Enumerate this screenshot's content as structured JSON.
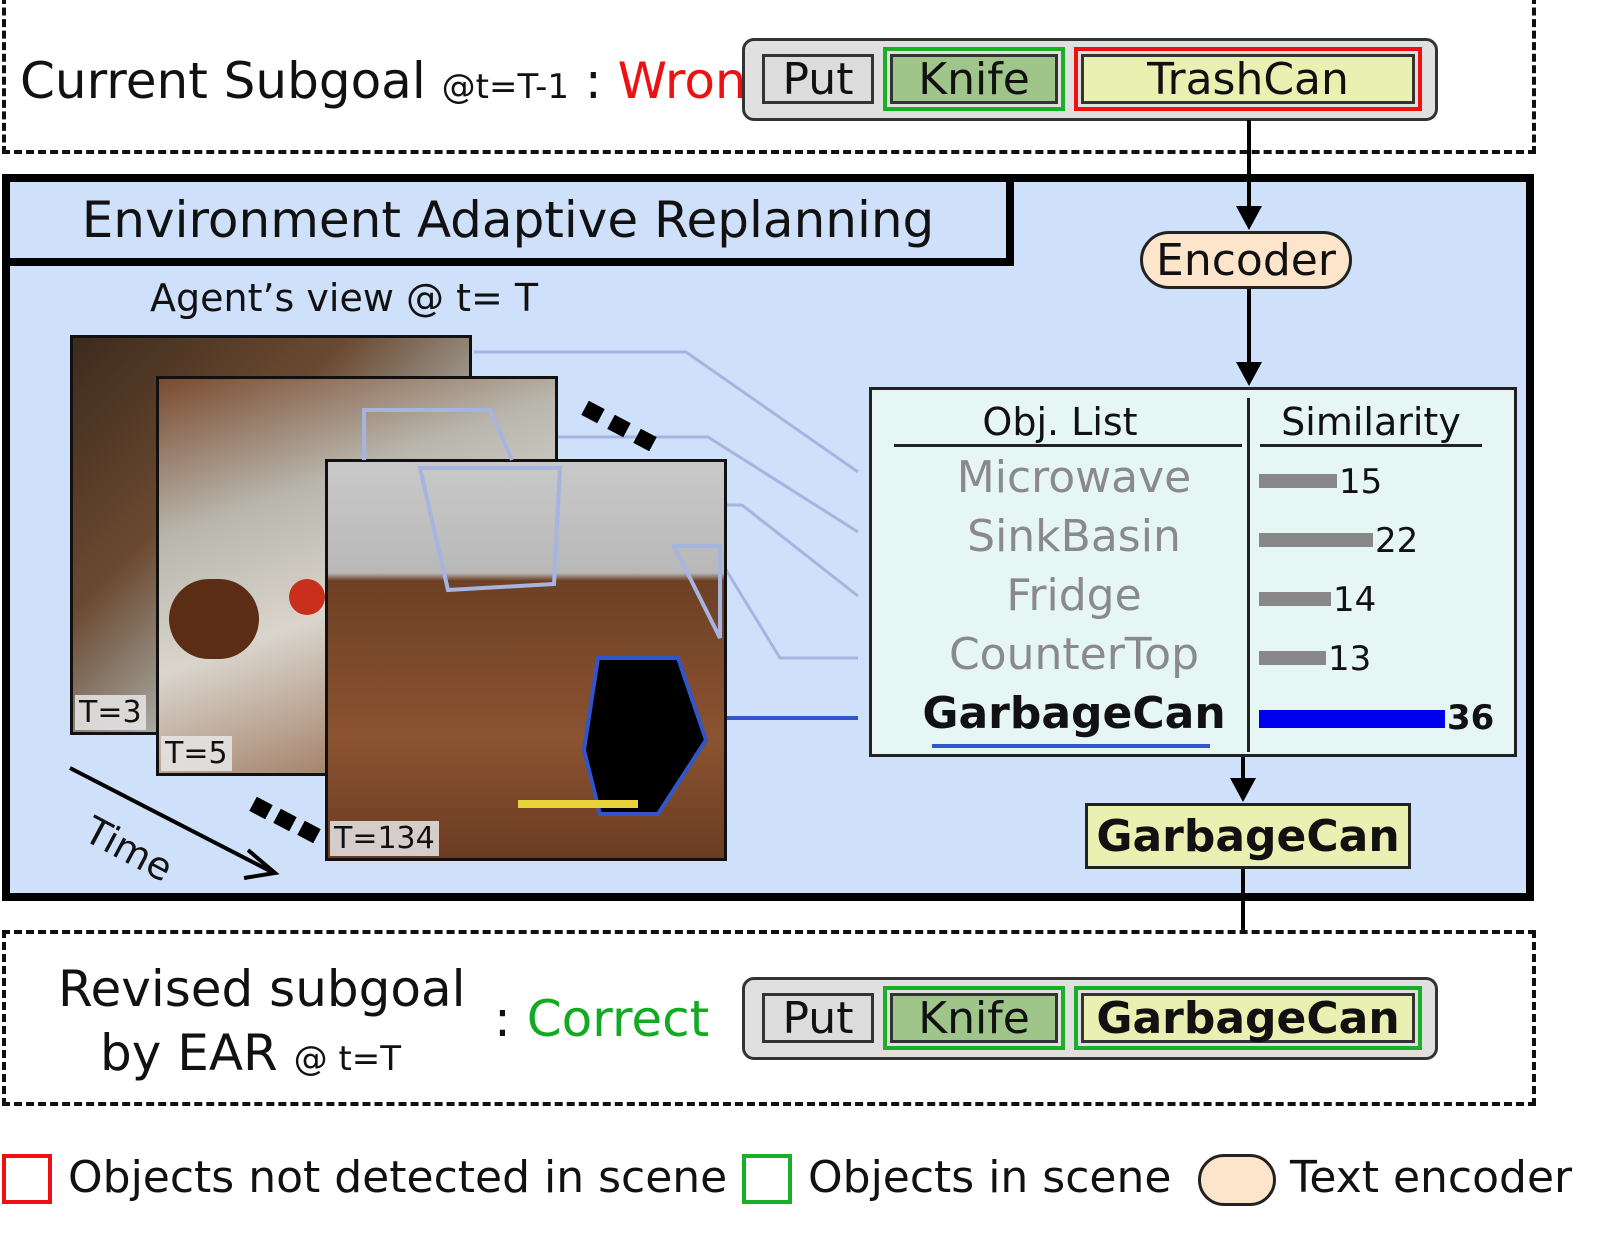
{
  "top": {
    "label": "Current Subgoal",
    "time": "@t=T-1",
    "colon": ":",
    "status": "Wrong",
    "tokens": [
      "Put",
      "Knife",
      "TrashCan"
    ]
  },
  "ear": {
    "title": "Environment Adaptive Replanning",
    "encoder": "Encoder",
    "agent_view": "Agent’s view @ t= T",
    "frames": [
      "T=3",
      "T=5",
      "T=134"
    ],
    "time_label": "Time",
    "output": "GarbageCan"
  },
  "table": {
    "col_obj": "Obj. List",
    "col_sim": "Similarity",
    "rows": [
      {
        "name": "Microwave",
        "value": 15
      },
      {
        "name": "SinkBasin",
        "value": 22
      },
      {
        "name": "Fridge",
        "value": 14
      },
      {
        "name": "CounterTop",
        "value": 13
      },
      {
        "name": "GarbageCan",
        "value": 36
      }
    ],
    "max_value": 36
  },
  "bottom": {
    "label_line1": "Revised subgoal",
    "label_line2": "by EAR",
    "time": "@ t=T",
    "colon": ":",
    "status": "Correct",
    "tokens": [
      "Put",
      "Knife",
      "GarbageCan"
    ]
  },
  "legend": {
    "red": "Objects not detected in scene",
    "green": "Objects in scene",
    "encoder": "Text encoder"
  },
  "colors": {
    "wrong": "#ee1111",
    "correct": "#11aa22",
    "bar": "#888888",
    "bar_highlight": "#0000ee",
    "ear_bg": "#cfe0fb"
  }
}
